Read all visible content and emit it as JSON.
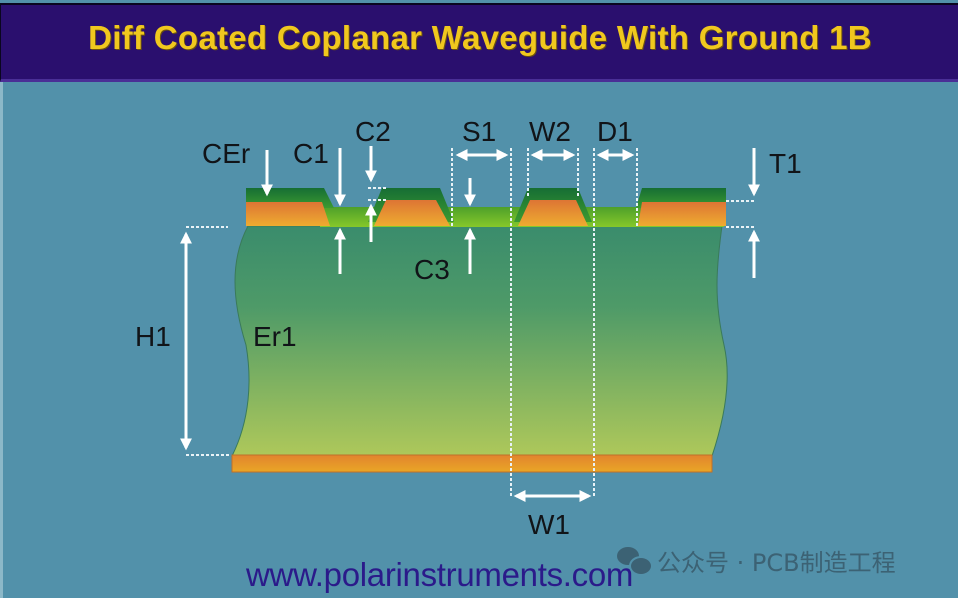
{
  "header": {
    "title": "Diff Coated Coplanar Waveguide With Ground 1B"
  },
  "diagram": {
    "labels": {
      "cer": "CEr",
      "c1": "C1",
      "c2": "C2",
      "c3": "C3",
      "s1": "S1",
      "w2": "W2",
      "d1": "D1",
      "t1": "T1",
      "h1": "H1",
      "er1": "Er1",
      "w1": "W1"
    },
    "colors": {
      "background": "#5291aa",
      "header_bg": "#2a0f6e",
      "title_text": "#f0c81e",
      "copper_top": "#e07a30",
      "copper_bottom": "#eda830",
      "coating_dark": "#1e7a3a",
      "coating_light": "#7cc22a",
      "dielectric_top": "#3a8c6c",
      "dielectric_bottom": "#a8c65a",
      "dimension_lines": "#ffffff"
    }
  },
  "footer": {
    "url": "www.polarinstruments.com",
    "watermark": "公众号 · PCB制造工程"
  }
}
